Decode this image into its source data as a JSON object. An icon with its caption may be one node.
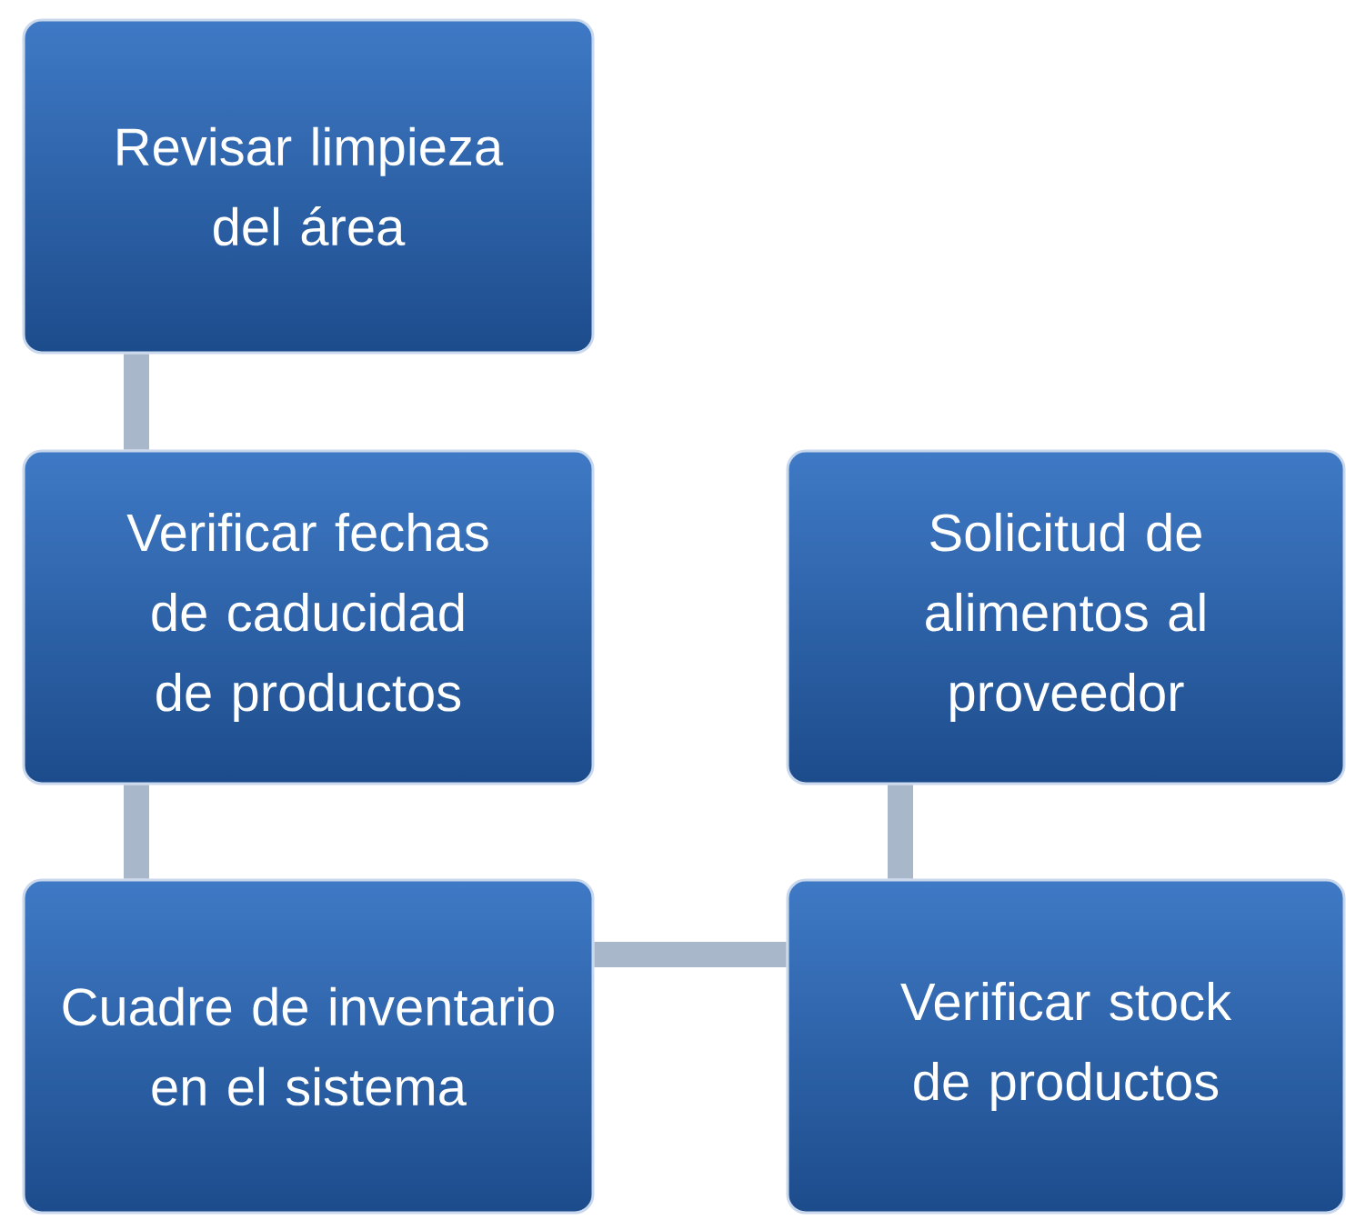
{
  "diagram": {
    "nodes": [
      {
        "text": [
          "Revisar limpieza del área"
        ]
      },
      {
        "text": [
          "Verificar fechas de caducidad de productos"
        ]
      },
      {
        "text": [
          "Solicitud de alimentos al proveedor"
        ]
      },
      {
        "text": [
          "Cuadre de inventario en el sistema"
        ]
      },
      {
        "text": [
          "Verificar stock de productos"
        ]
      }
    ],
    "edges": [
      {
        "from": 0,
        "to": 1,
        "arrow": "none"
      },
      {
        "from": 1,
        "to": 3,
        "arrow": "none"
      },
      {
        "from": 3,
        "to": 4,
        "arrow": "none"
      },
      {
        "from": 4,
        "to": 2,
        "arrow": "none"
      }
    ]
  }
}
